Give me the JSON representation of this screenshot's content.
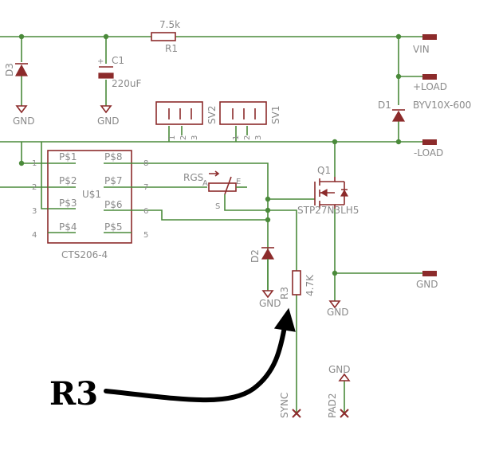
{
  "labels": {
    "r1_value": "7.5k",
    "r1_name": "R1",
    "vin": "VIN",
    "plus_load": "+LOAD",
    "minus_load": "-LOAD",
    "d1_name": "D1",
    "d1_value": "BYV10X-600",
    "d3_name": "D3",
    "c1_name": "C1",
    "c1_value": "220uF",
    "gnd": "GND",
    "sv2": "SV2",
    "sv1": "SV1",
    "ic_name": "U$1",
    "ic_value": "CTS206-4",
    "ic_pins_left": [
      "P$1",
      "P$2",
      "P$3",
      "P$4"
    ],
    "ic_pins_right": [
      "P$8",
      "P$7",
      "P$6",
      "P$5"
    ],
    "ic_nums_left": [
      "1",
      "2",
      "3",
      "4"
    ],
    "ic_nums_right": [
      "8",
      "7",
      "6",
      "5"
    ],
    "header_pins": [
      "1",
      "2",
      "3"
    ],
    "rgs": "RGS",
    "pot_a": "A",
    "pot_e": "E",
    "pot_s": "S",
    "q1_name": "Q1",
    "q1_value": "STP27N3LH5",
    "d2_name": "D2",
    "r3_name": "R3",
    "r3_value": "4.7K",
    "sync": "SYNC",
    "pad2": "PAD2"
  },
  "annotation": {
    "text": "R3"
  },
  "colors": {
    "wire": "#4a8a3a",
    "part": "#8c2b2b",
    "label": "#8a8a8a",
    "annotation": "#000000"
  }
}
